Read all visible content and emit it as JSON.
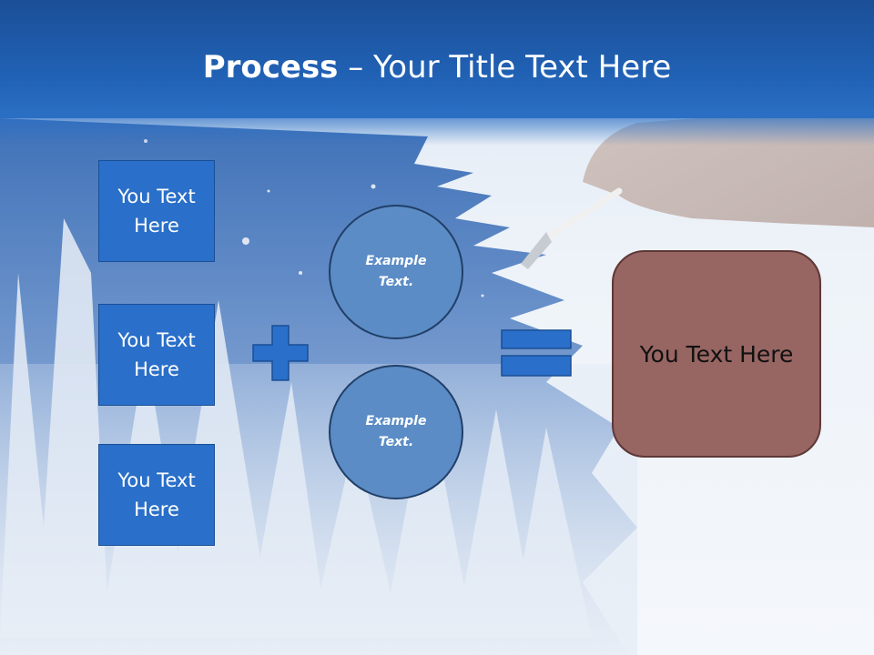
{
  "slide": {
    "title_bold": "Process",
    "title_rest": " – Your Title Text Here",
    "left_boxes": [
      "You Text Here",
      "You Text Here",
      "You Text Here"
    ],
    "circles": [
      "Example Text.",
      "Example Text."
    ],
    "result": "You Text Here"
  },
  "icons": {
    "operator_1": "plus-icon",
    "operator_2": "equals-icon"
  },
  "colors": {
    "header": "#1f5aa8",
    "box_fill": "#2a6fc9",
    "circle_fill": "#5b8cc6",
    "result_fill": "#976562"
  }
}
